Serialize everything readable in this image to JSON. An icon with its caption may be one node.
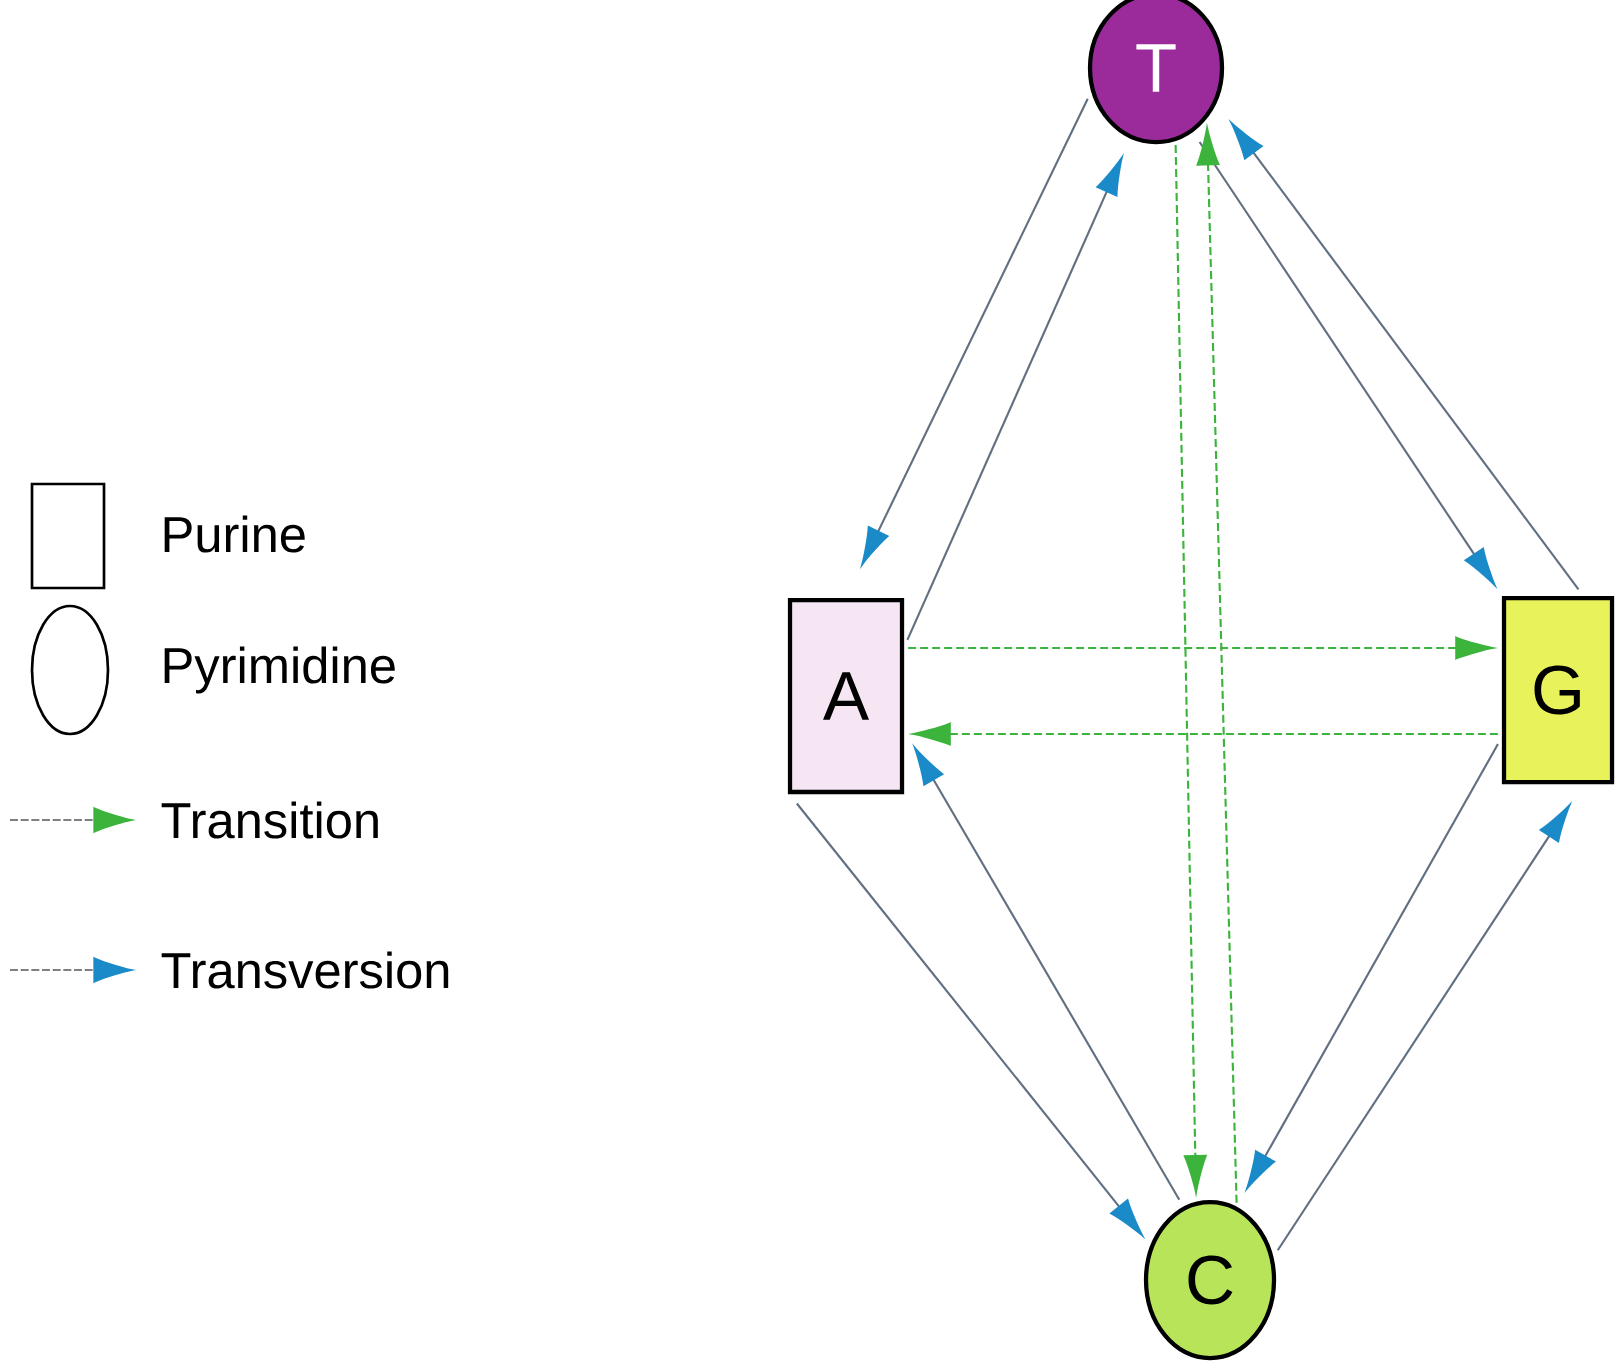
{
  "diagram": {
    "nodes": [
      {
        "text": [
          "T"
        ]
      },
      {
        "text": [
          "A"
        ]
      },
      {
        "text": [
          "G"
        ]
      },
      {
        "text": [
          "C"
        ]
      }
    ],
    "edges": [
      {
        "from": 0,
        "to": 1,
        "arrow": "to"
      },
      {
        "from": 1,
        "to": 0,
        "arrow": "to"
      },
      {
        "from": 0,
        "to": 2,
        "arrow": "to"
      },
      {
        "from": 2,
        "to": 0,
        "arrow": "to"
      },
      {
        "from": 1,
        "to": 3,
        "arrow": "to"
      },
      {
        "from": 3,
        "to": 1,
        "arrow": "to"
      },
      {
        "from": 2,
        "to": 3,
        "arrow": "to"
      },
      {
        "from": 3,
        "to": 2,
        "arrow": "to"
      },
      {
        "from": 1,
        "to": 2,
        "arrow": "to",
        "style": "dashed",
        "color": "#3cb43c"
      },
      {
        "from": 2,
        "to": 1,
        "arrow": "to",
        "style": "dashed",
        "color": "#3cb43c"
      },
      {
        "from": 0,
        "to": 3,
        "arrow": "to",
        "style": "dashed",
        "color": "#3cb43c"
      },
      {
        "from": 3,
        "to": 0,
        "arrow": "to",
        "style": "dashed",
        "color": "#3cb43c"
      }
    ],
    "legend": [
      {
        "text": "Purine"
      },
      {
        "text": "Pyrimidine"
      },
      {
        "text": "Transition"
      },
      {
        "text": "Transversion"
      }
    ]
  }
}
